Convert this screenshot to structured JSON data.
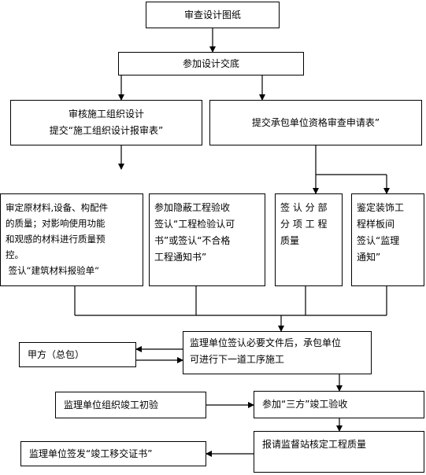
{
  "steps": {
    "review_drawings": "审查设计图纸",
    "design_disclosure": "参加设计交底",
    "org_design": [
      "审核施工组织设计",
      "提交“施工组织设计报审表”"
    ],
    "qualification": "提交承包单位资格审查申请表”",
    "materials": [
      "审定原材料,设备、构配件",
      "的质量；对影响使用功能",
      "和观感的材料进行质量预",
      "控。",
      " 签认“建筑材料报验单“"
    ],
    "concealed": [
      "参加隐蔽工程验收",
      "签认“工程检验认可",
      "书”或签认“不合格",
      "工程通知书”"
    ],
    "sub_items": [
      "签 认 分 部",
      "分 项 工 程",
      "质量"
    ],
    "decoration": [
      "鉴定装饰工",
      "程样板间",
      "签认“监理",
      "通知”"
    ],
    "supervisor_sign": [
      "监理单位签认必要文件后，承包单位",
      "可进行下一道工序施工"
    ],
    "party_a": "甲方（总包）",
    "pre_acceptance": "监理单位组织竣工初验",
    "three_party": "参加“三方”竣工验收",
    "quality_check": "报请监督站核定工程质量",
    "handover": "监理单位签发“竣工移交证书”"
  }
}
